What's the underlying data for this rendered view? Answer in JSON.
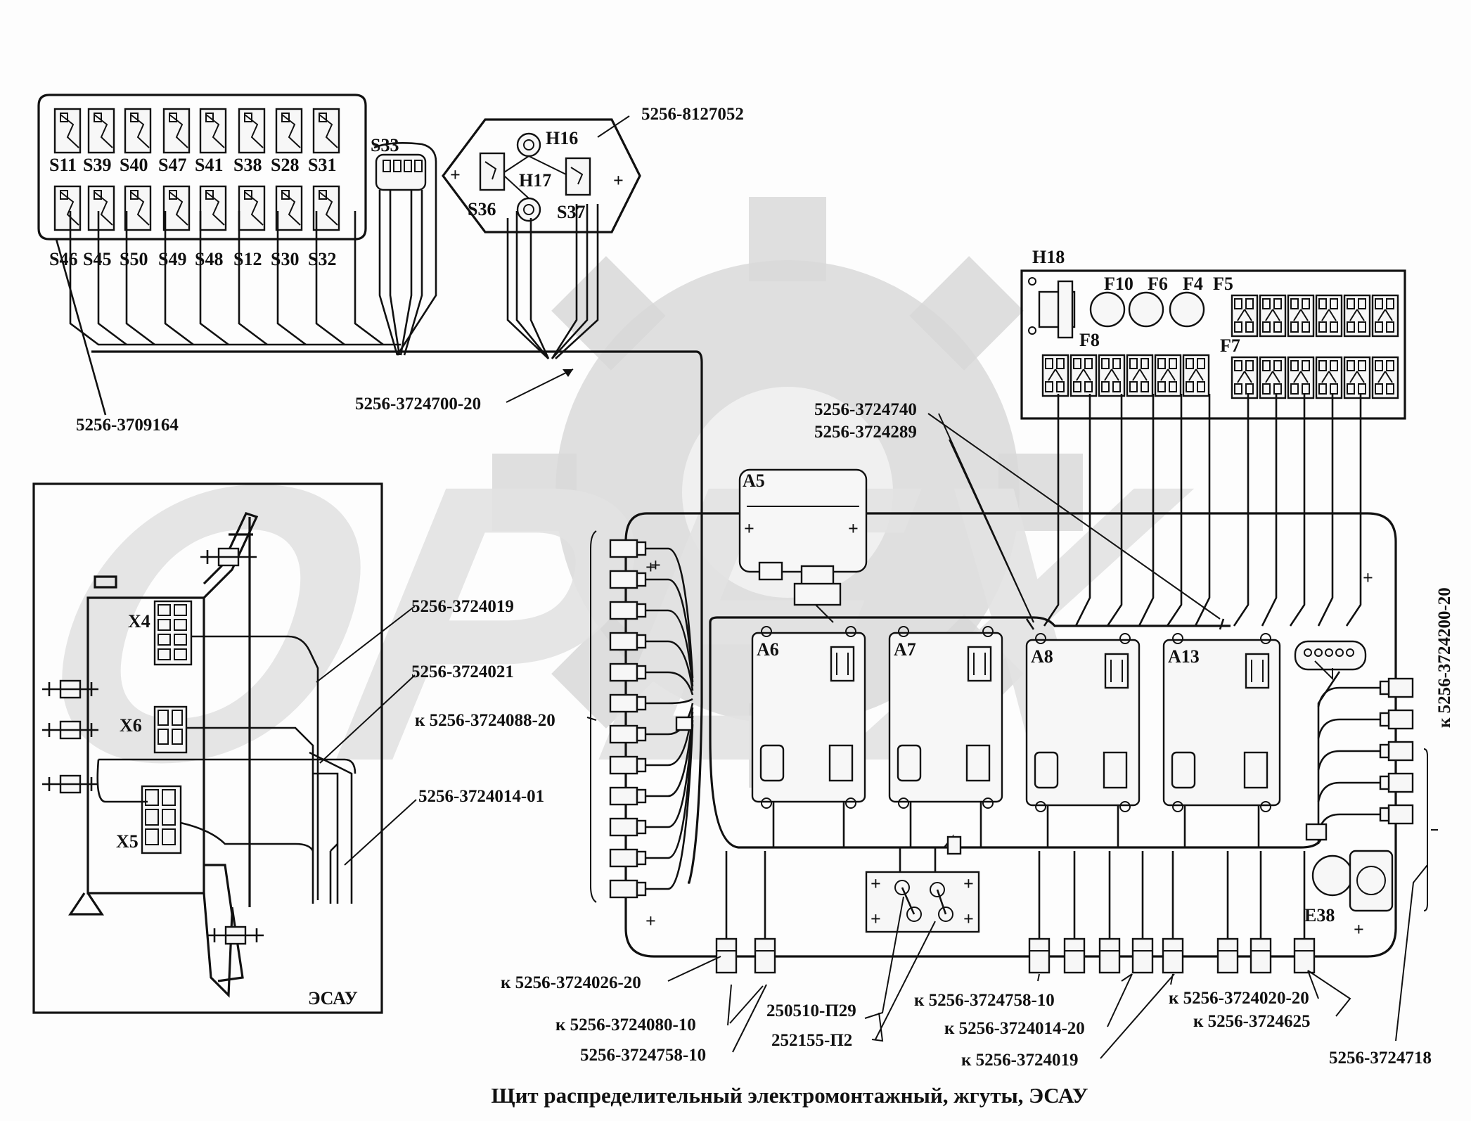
{
  "caption": "Щит распределительный электромонтажный, жгуты, ЭСАУ",
  "watermark": "OPEX",
  "switch_panel": {
    "top_row": [
      "S11",
      "S39",
      "S40",
      "S47",
      "S41",
      "S38",
      "S28",
      "S31"
    ],
    "bottom_row": [
      "S46",
      "S45",
      "S50",
      "S49",
      "S48",
      "S12",
      "S30",
      "S32"
    ],
    "connector": "S33",
    "part_number": "5256-3709164"
  },
  "lamp_panel": {
    "part_number": "5256-8127052",
    "lamp_top": "H16",
    "lamp_bottom": "H17",
    "switch_left": "S36",
    "switch_right": "S37",
    "plus_sign": "+"
  },
  "harness_main": "5256-3724700-20",
  "fuse_block": {
    "indicator": "H18",
    "fuses": [
      "F10",
      "F6",
      "F4",
      "F5",
      "F8",
      "F7"
    ]
  },
  "harness_labels": {
    "h_3724740": "5256-3724740",
    "h_3724289": "5256-3724289",
    "h_3724019": "5256-3724019",
    "h_3724021": "5256-3724021",
    "h_3724088": "к 5256-3724088-20",
    "h_3724014_01": "5256-3724014-01",
    "h_3724200": "к 5256-3724200-20",
    "h_3724026": "к 5256-3724026-20",
    "h_3724080": "к 5256-3724080-10",
    "h_3724758_a": "5256-3724758-10",
    "p_250510": "250510-П29",
    "p_252155": "252155-П2",
    "h_3724758_b": "к 5256-3724758-10",
    "h_3724014_20": "к 5256-3724014-20",
    "h_3724019_k": "к 5256-3724019",
    "h_3724020": "к 5256-3724020-20",
    "h_3724625": "к 5256-3724625",
    "h_3724718": "5256-3724718"
  },
  "modules": {
    "a5": "A5",
    "a6": "A6",
    "a7": "A7",
    "a8": "A8",
    "a13": "A13",
    "e38": "E38"
  },
  "esau": {
    "title": "ЭСАУ",
    "x4": "X4",
    "x5": "X5",
    "x6": "X6"
  }
}
